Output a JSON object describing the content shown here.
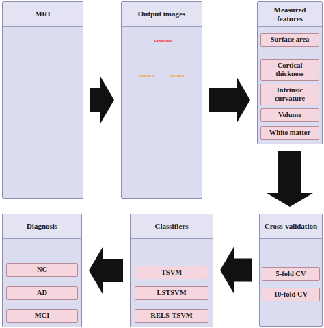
{
  "diagram": {
    "nodes": [
      {
        "text": [
          "MRI"
        ]
      },
      {
        "text": [
          "Output images"
        ]
      },
      {
        "text": [
          "Measured features"
        ]
      },
      {
        "text": [
          "Surface area"
        ],
        "in": 2
      },
      {
        "text": [
          "Cortical thickness"
        ],
        "in": 2
      },
      {
        "text": [
          "Intrinsic curvature"
        ],
        "in": 2
      },
      {
        "text": [
          "Volume"
        ],
        "in": 2
      },
      {
        "text": [
          "White matter"
        ],
        "in": 2
      },
      {
        "text": [
          "Cross-validation"
        ]
      },
      {
        "text": [
          "5-fold CV"
        ],
        "in": 8
      },
      {
        "text": [
          "10-fold CV"
        ],
        "in": 8
      },
      {
        "text": [
          "Classifiers"
        ]
      },
      {
        "text": [
          "TSVM"
        ],
        "in": 11
      },
      {
        "text": [
          "LSTSVM"
        ],
        "in": 11
      },
      {
        "text": [
          "RELS-TSVM"
        ],
        "in": 11
      },
      {
        "text": [
          "Diagnosis"
        ]
      },
      {
        "text": [
          "NC"
        ],
        "in": 15
      },
      {
        "text": [
          "AD"
        ],
        "in": 15
      },
      {
        "text": [
          "MCI"
        ],
        "in": 15
      }
    ],
    "edges": [
      {
        "from": 0,
        "to": 1,
        "arrow": "to"
      },
      {
        "from": 1,
        "to": 2,
        "arrow": "to"
      },
      {
        "from": 2,
        "to": 8,
        "arrow": "to"
      },
      {
        "from": 8,
        "to": 11,
        "arrow": "to"
      },
      {
        "from": 11,
        "to": 15,
        "arrow": "to"
      }
    ],
    "labels": [
      "FreeView",
      "Surface",
      "Volume"
    ]
  }
}
